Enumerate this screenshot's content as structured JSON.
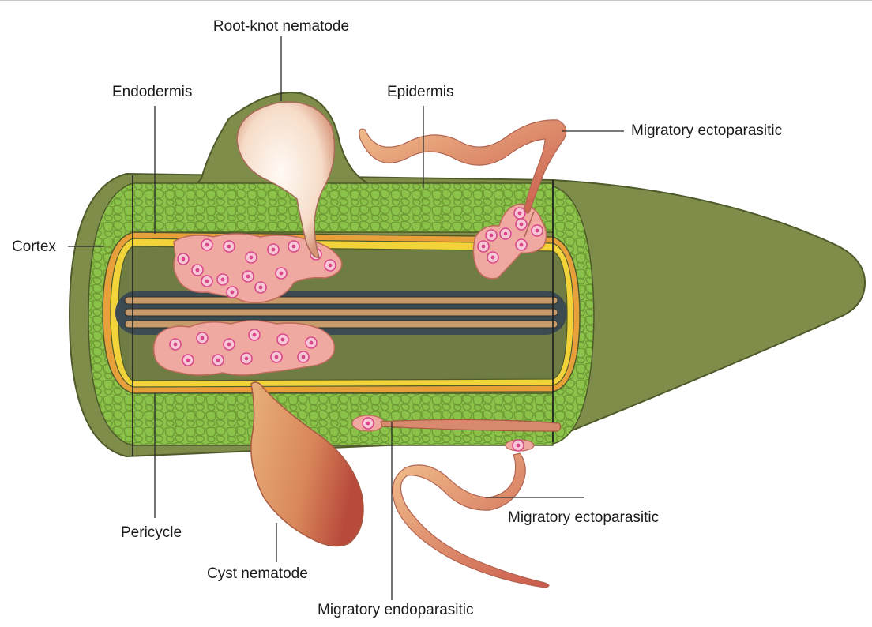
{
  "labels": {
    "root_knot": "Root-knot nematode",
    "endodermis": "Endodermis",
    "epidermis": "Epidermis",
    "migratory_ecto_top": "Migratory ectoparasitic",
    "cortex": "Cortex",
    "pericycle": "Pericycle",
    "cyst": "Cyst nematode",
    "migratory_ecto_bottom": "Migratory ectoparasitic",
    "migratory_endo": "Migratory endoparasitic"
  },
  "colors": {
    "root_tissue": "#7f8d4a",
    "root_outline": "#4e5a2a",
    "cortex_green": "#8bc34a",
    "cortex_cells": "#6e9a36",
    "pericycle_yellow": "#f2d43a",
    "endodermis_orange": "#e8a03a",
    "stele": "#6f7d44",
    "vascular_dark": "#3c4a52",
    "vascular_tan": "#c79a6a",
    "feeding_cell": "#f0a9a0",
    "nucleus": "#d9478a",
    "nematode": "#d88a6e",
    "root_knot_head": "#fbe8da",
    "cyst_body": "#d9875a"
  }
}
